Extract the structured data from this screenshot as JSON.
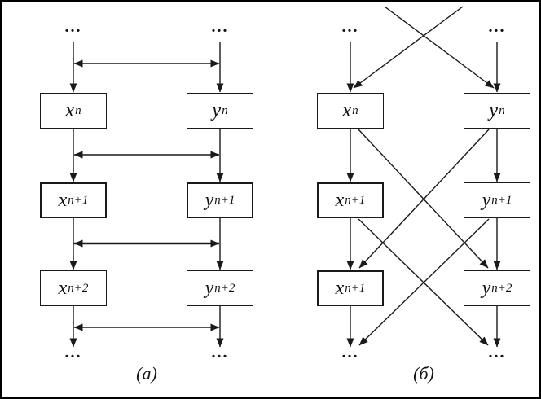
{
  "colors": {
    "ink": "#000000",
    "paper": "#ffffff"
  },
  "diagram": {
    "panel_a": {
      "label": "(a)",
      "dots": {
        "top_left": "...",
        "top_right": "...",
        "bottom_left": "...",
        "bottom_right": "..."
      },
      "rows": [
        {
          "left_base": "x",
          "left_sub": "n",
          "right_base": "y",
          "right_sub": "n"
        },
        {
          "left_base": "x",
          "left_sub": "n+1",
          "right_base": "y",
          "right_sub": "n+1"
        },
        {
          "left_base": "x",
          "left_sub": "n+2",
          "right_base": "y",
          "right_sub": "n+2"
        }
      ]
    },
    "panel_b": {
      "label": "(б)",
      "dots": {
        "top_left": "...",
        "top_right": "...",
        "bottom_left": "...",
        "bottom_right": "..."
      },
      "rows": [
        {
          "left_base": "x",
          "left_sub": "n",
          "right_base": "y",
          "right_sub": "n"
        },
        {
          "left_base": "x",
          "left_sub": "n+1",
          "right_base": "y",
          "right_sub": "n+1"
        },
        {
          "left_base": "x",
          "left_sub": "n+1",
          "right_base": "y",
          "right_sub": "n+2"
        }
      ]
    }
  }
}
